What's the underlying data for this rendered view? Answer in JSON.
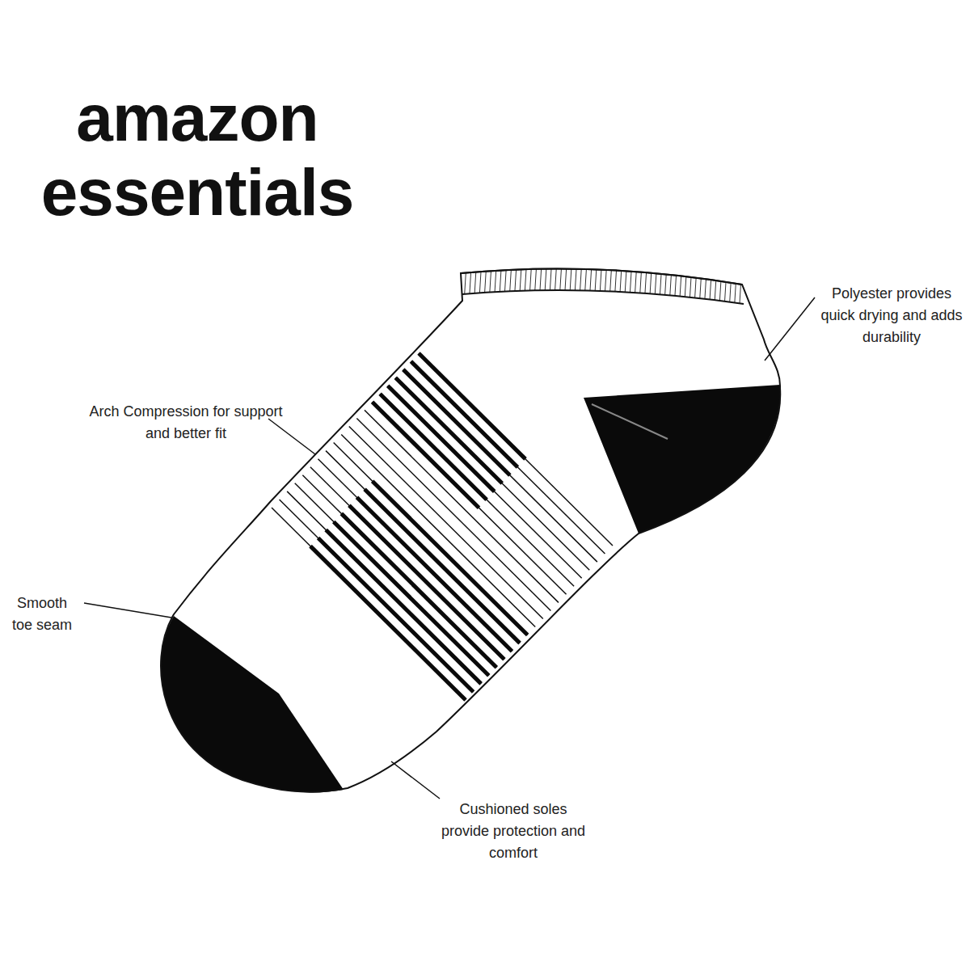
{
  "diagram": {
    "title": "amazon essentials",
    "labels": [
      "Polyester provides quick drying and adds durability",
      "Arch Compression for support and better fit",
      "Smooth toe seam",
      "Cushioned soles provide protection and comfort"
    ]
  }
}
